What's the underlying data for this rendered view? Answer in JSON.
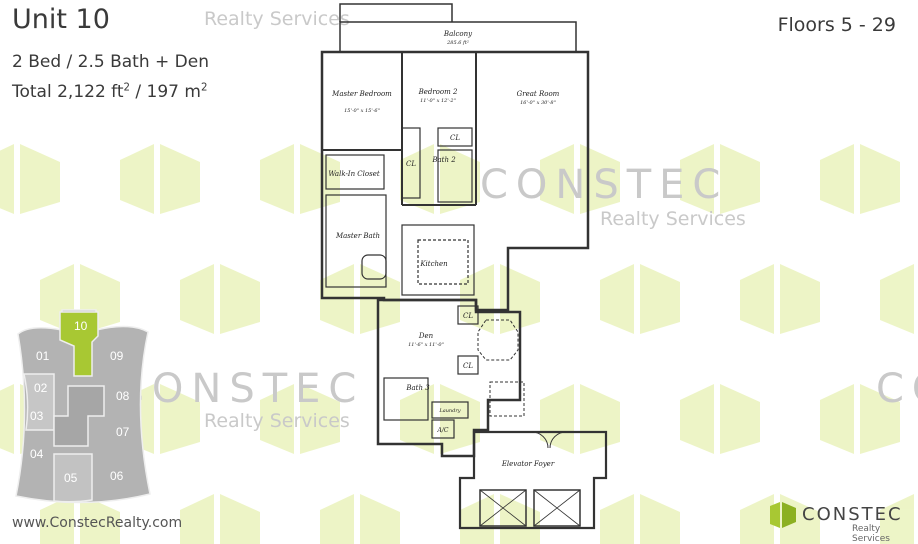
{
  "header": {
    "unit_title": "Unit 10",
    "beds_baths": "2 Bed / 2.5 Bath + Den",
    "total_prefix": "Total 2,122 ft",
    "total_mid": " / 197 m",
    "squared": "2",
    "floors": "Floors 5 - 29"
  },
  "footer": {
    "website": "www.ConstecRealty.com"
  },
  "logo": {
    "name": "CONSTEC",
    "tagline": "Realty Services"
  },
  "watermark": {
    "brand": "CONSTEC",
    "tagline": "Realty Services",
    "realty": "Realty Services"
  },
  "rooms": {
    "balcony": "Balcony",
    "balcony_dims": "285.6 ft²",
    "master_bedroom": "Master Bedroom",
    "master_dims": "15'-0\" x 15'-6\"",
    "bedroom2": "Bedroom 2",
    "bedroom2_dims": "11'-0\" x 12'-2\"",
    "great_room": "Great Room",
    "great_dims": "16'-0\" x 30'-8\"",
    "walk_in_closet": "Walk-In Closet",
    "master_bath": "Master Bath",
    "bath2": "Bath 2",
    "kitchen": "Kitchen",
    "den": "Den",
    "den_dims": "11'-6\" x 11'-0\"",
    "bath3": "Bath 3",
    "laundry": "Laundry",
    "ac": "A/C",
    "elevator_foyer": "Elevator Foyer",
    "closet_label": "CL"
  },
  "keyplan": {
    "highlight_color": "#a8c833",
    "units": [
      "10",
      "01",
      "09",
      "02",
      "08",
      "03",
      "07",
      "04",
      "05",
      "06"
    ],
    "highlighted_unit": "10"
  },
  "colors": {
    "brand_green": "#a8c833",
    "watermark_green": "#e6f0b4",
    "text": "#3a3a3a"
  }
}
